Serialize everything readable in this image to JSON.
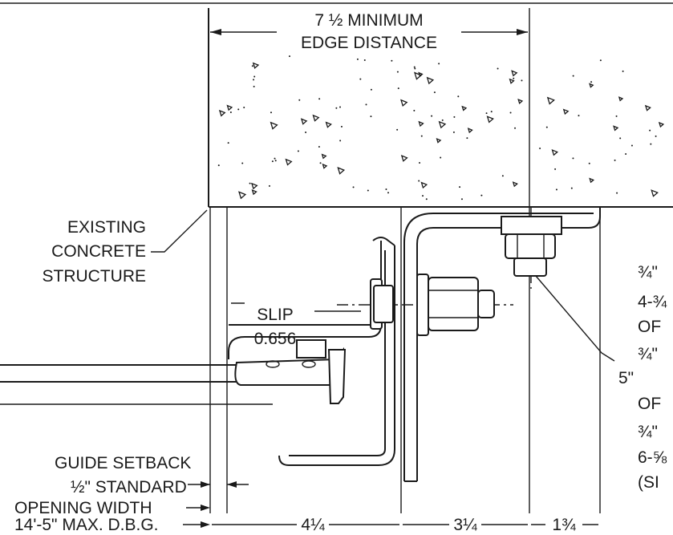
{
  "labels": {
    "edge_distance_line1": "7 ½ MINIMUM",
    "edge_distance_line2": "EDGE DISTANCE",
    "concrete_line1": "EXISTING",
    "concrete_line2": "CONCRETE",
    "concrete_line3": "STRUCTURE",
    "slip_label": "SLIP",
    "slip_value": "0.656",
    "guide_setback": "GUIDE SETBACK",
    "standard_half": "½\" STANDARD",
    "opening_width": "OPENING WIDTH",
    "max_dbg": "14'-5\" MAX. D.B.G.",
    "dim_a": "4¼",
    "dim_b": "3¼",
    "dim_c": "1¾"
  },
  "right_notes": [
    "¾\"",
    "4-¾",
    "OF",
    "¾\"",
    "5\"",
    "OF",
    "¾\"",
    "6-⅝",
    "(SI"
  ]
}
